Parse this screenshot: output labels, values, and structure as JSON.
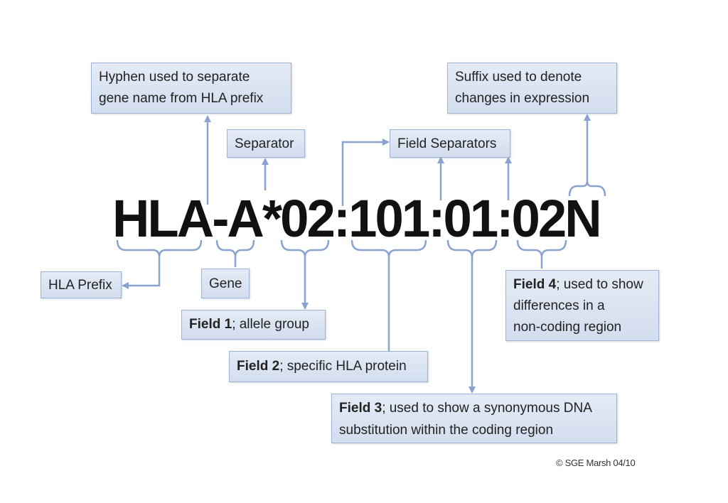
{
  "nomenclature": "HLA-A*02:101:01:02N",
  "labels": {
    "hyphen_note": [
      "Hyphen used to separate",
      "gene name from HLA prefix"
    ],
    "separator": "Separator",
    "field_separators": "Field Separators",
    "suffix_note": [
      "Suffix used to denote",
      "changes in expression"
    ],
    "hla_prefix": "HLA Prefix",
    "gene": "Gene",
    "field1": {
      "title": "Field 1",
      "text": "; allele group"
    },
    "field2": {
      "title": "Field 2",
      "text": "; specific HLA protein"
    },
    "field3": {
      "title": "Field 3",
      "text_line1": "; used to show a synonymous DNA",
      "text_line2": "substitution within the coding region"
    },
    "field4": {
      "title": "Field 4",
      "text_line1": "; used to show",
      "text_line2": "differences in a",
      "text_line3": "non-coding region"
    }
  },
  "copyright": "© SGE Marsh 04/10",
  "colors": {
    "box_fill": "#dbe4f3",
    "box_border": "#9fb3d4",
    "connector": "#8aa3cf",
    "text": "#111111"
  }
}
